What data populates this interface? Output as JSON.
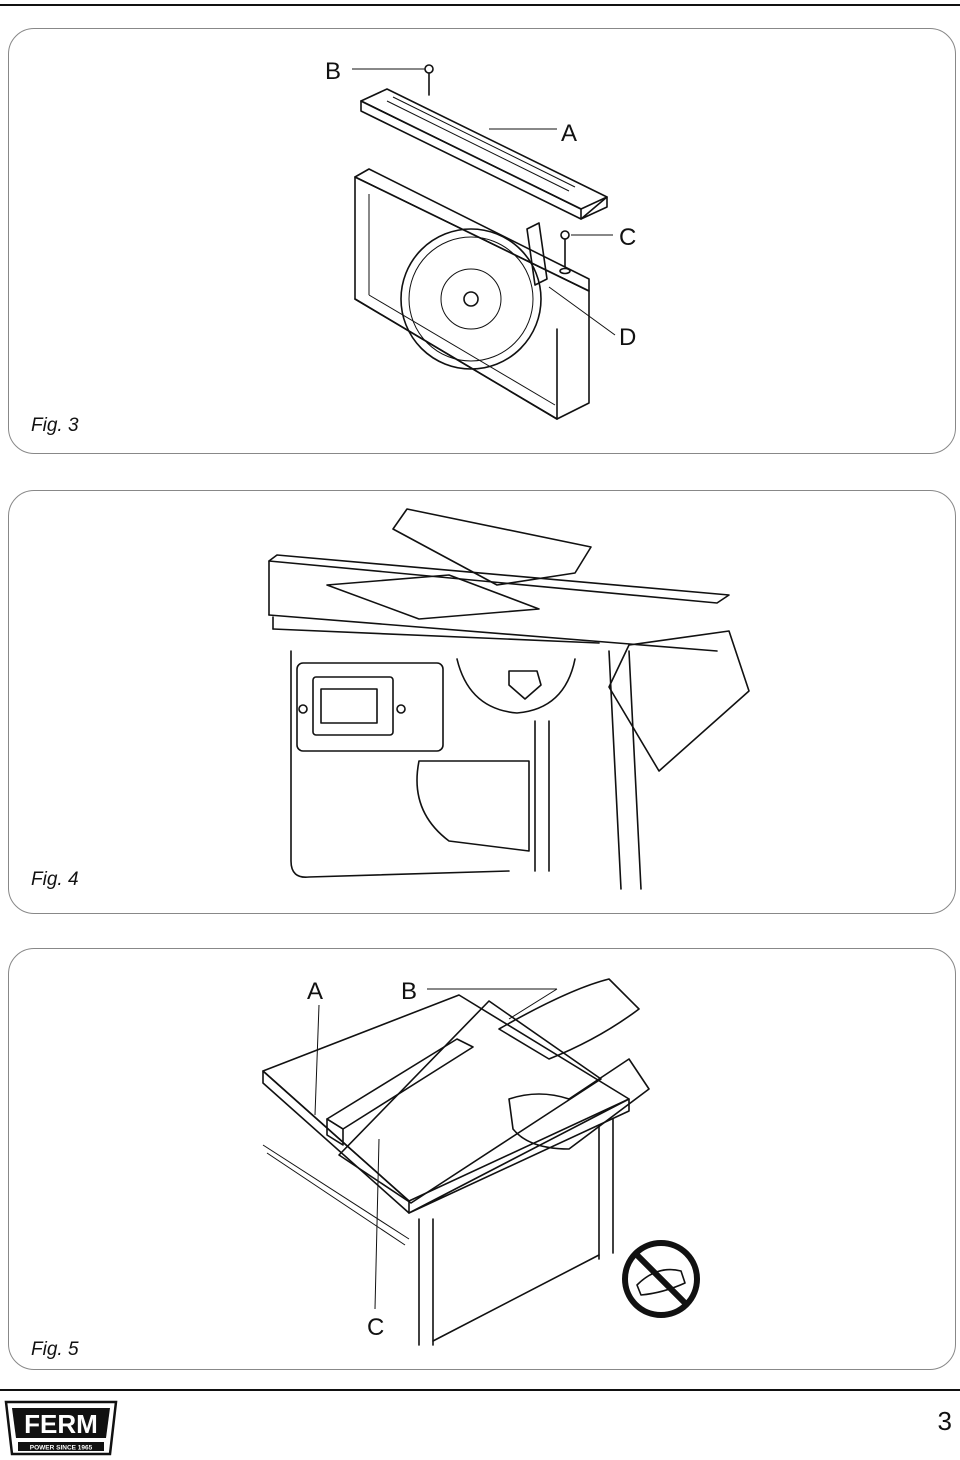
{
  "figures": [
    {
      "label": "Fig. 3",
      "callouts": [
        "B",
        "A",
        "C",
        "D"
      ]
    },
    {
      "label": "Fig. 4"
    },
    {
      "label": "Fig. 5",
      "callouts": [
        "A",
        "B",
        "C"
      ]
    }
  ],
  "brand": {
    "name": "FERM",
    "tagline": "POWER SINCE 1965"
  },
  "page_number": "3",
  "icons": [
    "prohibited-hand-icon"
  ]
}
